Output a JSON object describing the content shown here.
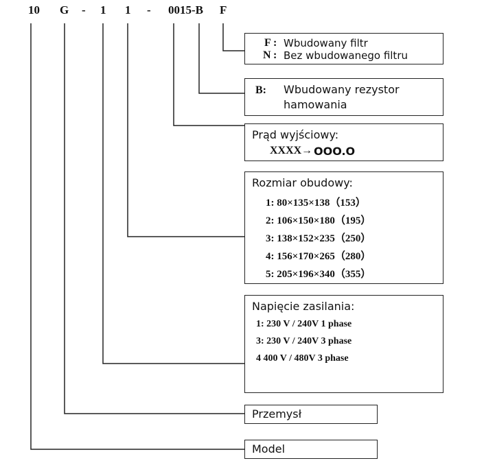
{
  "code": {
    "seg1": "10",
    "seg2": "G",
    "dash1": "-",
    "seg3": "1",
    "seg4": "1",
    "dash2": "-",
    "seg5": "0015-B",
    "seg6": "F"
  },
  "filter": {
    "key1": "F",
    "sep1": ":",
    "value1": "Wbudowany filtr",
    "key2": "N",
    "sep2": ":",
    "value2": "Bez wbudowanego filtru"
  },
  "brake": {
    "key": "B:",
    "line1": "Wbudowany rezystor",
    "line2": "hamowania"
  },
  "current": {
    "title": "Prąd wyjściowy:",
    "format": "XXXX",
    "arrow": "→",
    "result": "OOO.O"
  },
  "housing": {
    "title": "Rozmiar obudowy:",
    "items": [
      "1:  80×135×138（153）",
      "2: 106×150×180（195）",
      "3: 138×152×235（250）",
      "4: 156×170×265（280）",
      "5: 205×196×340（355）"
    ]
  },
  "voltage": {
    "title": "Napięcie zasilania:",
    "items": [
      "1: 230 V / 240V  1 phase",
      "3: 230 V / 240V  3 phase",
      "4  400 V / 480V  3 phase"
    ]
  },
  "industry": {
    "label": "Przemysł"
  },
  "model": {
    "label": "Model"
  }
}
